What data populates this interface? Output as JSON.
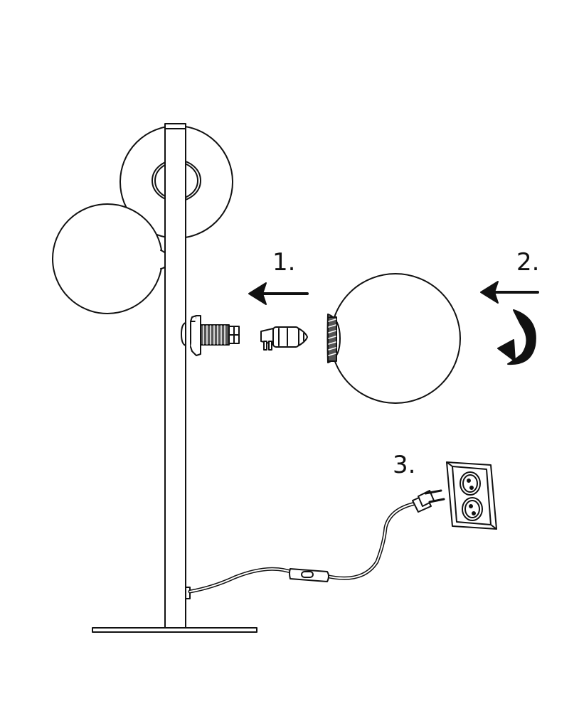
{
  "colors": {
    "line": "#111111",
    "background": "#ffffff",
    "fill_light": "#ffffff",
    "fill_dark": "#111111",
    "socket_gray": "#555555"
  },
  "steps": [
    {
      "label": "1.",
      "icon": "arrow-left-icon"
    },
    {
      "label": "2.",
      "icon": "arrow-left-icon",
      "secondary_icon": "rotate-counterclockwise-icon"
    },
    {
      "label": "3.",
      "icon": "wall-outlet-icon"
    }
  ],
  "parts": {
    "lamp": "floor-lamp-icon",
    "bulb": "g9-bulb-icon",
    "socket": "lamp-socket-icon",
    "globe": "glass-globe-icon",
    "switch": "inline-cord-switch-icon",
    "plug": "power-plug-icon",
    "outlet": "wall-outlet-icon"
  }
}
